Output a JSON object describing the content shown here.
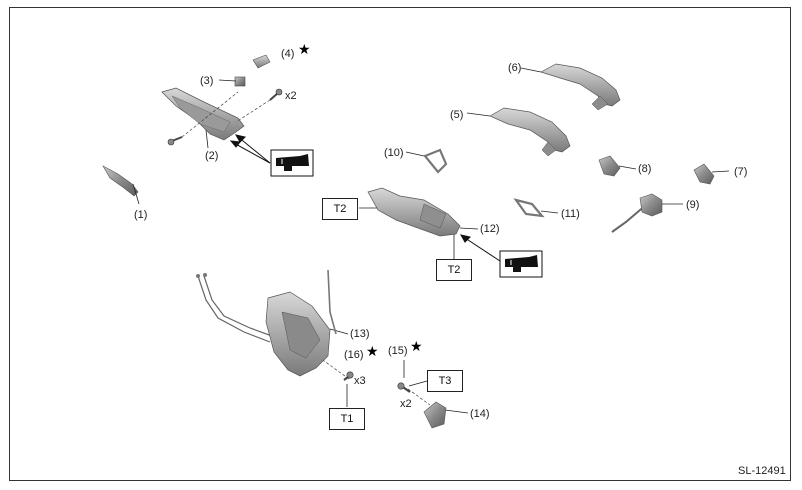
{
  "labels": {
    "p1": "(1)",
    "p2": "(2)",
    "p3": "(3)",
    "p4": "(4)",
    "p5": "(5)",
    "p6": "(6)",
    "p7": "(7)",
    "p8": "(8)",
    "p9": "(9)",
    "p10": "(10)",
    "p11": "(11)",
    "p12": "(12)",
    "p13": "(13)",
    "p14": "(14)",
    "p15": "(15)",
    "p16": "(16)"
  },
  "qty": {
    "q4": "x2",
    "q16": "x3",
    "q15": "x2"
  },
  "star": "★",
  "torque": {
    "t1": "T1",
    "t2a": "T2",
    "t2b": "T2",
    "t3": "T3"
  },
  "code": "SL-12491"
}
